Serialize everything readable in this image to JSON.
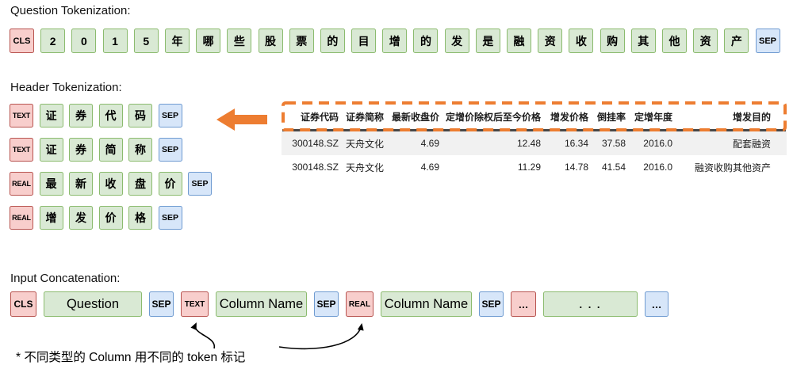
{
  "colors": {
    "pink_fill": "#f8cecc",
    "pink_border": "#b85450",
    "green_fill": "#d9e9d4",
    "green_border": "#8bbb6e",
    "blue_fill": "#d7e6f9",
    "blue_border": "#6f9bd1",
    "orange": "#ed7d31"
  },
  "icons": {
    "table_to_tokens": "left-arrow-icon",
    "footnote_to_text_token": "curved-arrow-icon",
    "footnote_to_real_token": "curved-arrow-icon"
  },
  "question_section": {
    "label": "Question Tokenization:",
    "tokens": [
      {
        "text": "CLS",
        "type": "cls"
      },
      {
        "text": "2",
        "type": "char"
      },
      {
        "text": "0",
        "type": "char"
      },
      {
        "text": "1",
        "type": "char"
      },
      {
        "text": "5",
        "type": "char"
      },
      {
        "text": "年",
        "type": "char"
      },
      {
        "text": "哪",
        "type": "char"
      },
      {
        "text": "些",
        "type": "char"
      },
      {
        "text": "股",
        "type": "char"
      },
      {
        "text": "票",
        "type": "char"
      },
      {
        "text": "的",
        "type": "char"
      },
      {
        "text": "目",
        "type": "char"
      },
      {
        "text": "增",
        "type": "char"
      },
      {
        "text": "的",
        "type": "char"
      },
      {
        "text": "发",
        "type": "char"
      },
      {
        "text": "是",
        "type": "char"
      },
      {
        "text": "融",
        "type": "char"
      },
      {
        "text": "资",
        "type": "char"
      },
      {
        "text": "收",
        "type": "char"
      },
      {
        "text": "购",
        "type": "char"
      },
      {
        "text": "其",
        "type": "char"
      },
      {
        "text": "他",
        "type": "char"
      },
      {
        "text": "资",
        "type": "char"
      },
      {
        "text": "产",
        "type": "char"
      },
      {
        "text": "SEP",
        "type": "sep"
      }
    ]
  },
  "header_section": {
    "label": "Header Tokenization:",
    "rows": [
      {
        "tokens": [
          {
            "text": "TEXT",
            "type": "text"
          },
          {
            "text": "证",
            "type": "char"
          },
          {
            "text": "券",
            "type": "char"
          },
          {
            "text": "代",
            "type": "char"
          },
          {
            "text": "码",
            "type": "char"
          },
          {
            "text": "SEP",
            "type": "sep"
          }
        ]
      },
      {
        "tokens": [
          {
            "text": "TEXT",
            "type": "text"
          },
          {
            "text": "证",
            "type": "char"
          },
          {
            "text": "券",
            "type": "char"
          },
          {
            "text": "简",
            "type": "char"
          },
          {
            "text": "称",
            "type": "char"
          },
          {
            "text": "SEP",
            "type": "sep"
          }
        ]
      },
      {
        "tokens": [
          {
            "text": "REAL",
            "type": "real"
          },
          {
            "text": "最",
            "type": "char"
          },
          {
            "text": "新",
            "type": "char"
          },
          {
            "text": "收",
            "type": "char"
          },
          {
            "text": "盘",
            "type": "char"
          },
          {
            "text": "价",
            "type": "char"
          },
          {
            "text": "SEP",
            "type": "sep"
          }
        ]
      },
      {
        "tokens": [
          {
            "text": "REAL",
            "type": "real"
          },
          {
            "text": "增",
            "type": "char"
          },
          {
            "text": "发",
            "type": "char"
          },
          {
            "text": "价",
            "type": "char"
          },
          {
            "text": "格",
            "type": "char"
          },
          {
            "text": "SEP",
            "type": "sep"
          }
        ]
      }
    ]
  },
  "table": {
    "columns": [
      "证券代码",
      "证券简称",
      "最新收盘价",
      "定增价除权后至今价格",
      "增发价格",
      "倒挂率",
      "定增年度",
      "增发目的"
    ],
    "rows": [
      [
        "300148.SZ",
        "天舟文化",
        "4.69",
        "12.48",
        "16.34",
        "37.58",
        "2016.0",
        "配套融资"
      ],
      [
        "300148.SZ",
        "天舟文化",
        "4.69",
        "11.29",
        "14.78",
        "41.54",
        "2016.0",
        "融资收购其他资产"
      ]
    ]
  },
  "concat_section": {
    "label": "Input Concatenation:",
    "tokens": [
      {
        "text": "CLS",
        "type": "cls"
      },
      {
        "text": "Question",
        "type": "question"
      },
      {
        "text": "SEP",
        "type": "sep"
      },
      {
        "text": "TEXT",
        "type": "text"
      },
      {
        "text": "Column Name",
        "type": "colname"
      },
      {
        "text": "SEP",
        "type": "sep"
      },
      {
        "text": "REAL",
        "type": "real"
      },
      {
        "text": "Column Name",
        "type": "colname"
      },
      {
        "text": "SEP",
        "type": "sep"
      },
      {
        "text": "…",
        "type": "dots-pink"
      },
      {
        "text": ". . .",
        "type": "dots-green"
      },
      {
        "text": "…",
        "type": "dots-blue"
      }
    ]
  },
  "footnote": "* 不同类型的 Column 用不同的 token 标记"
}
